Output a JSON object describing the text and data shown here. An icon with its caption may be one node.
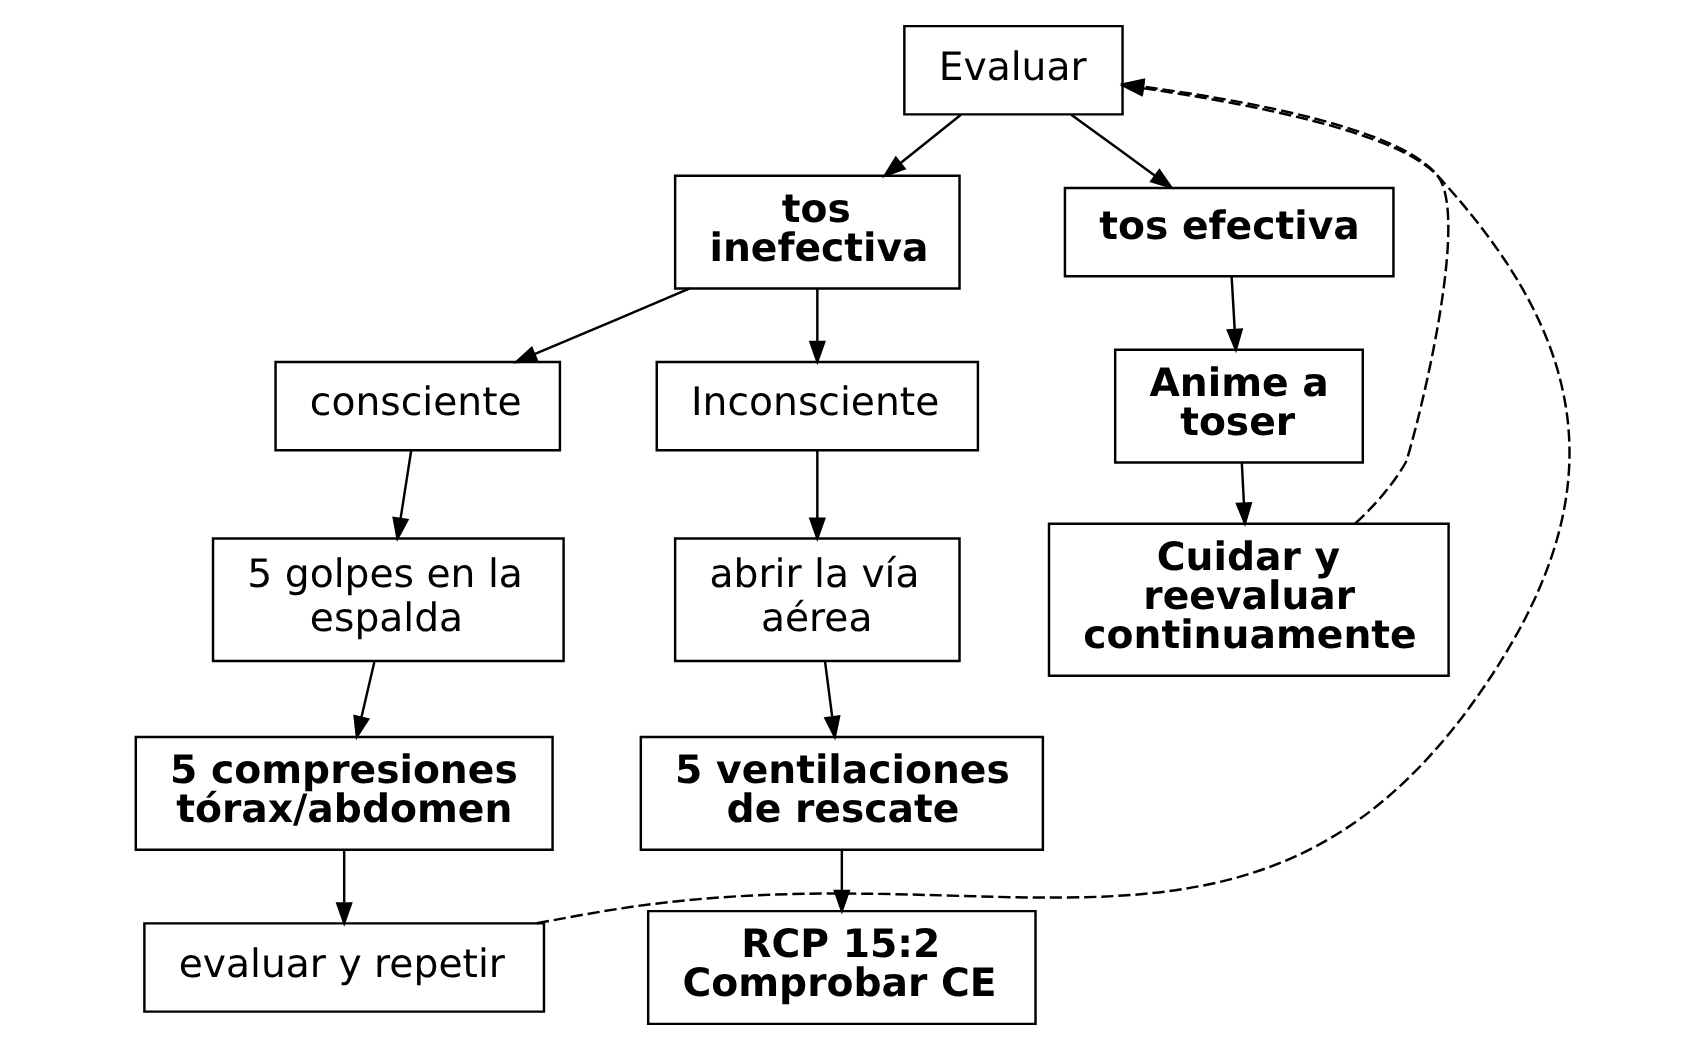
{
  "diagram": {
    "nodes": [
      {
        "text": [
          "Evaluar"
        ]
      },
      {
        "text": [
          "tos inefectiva"
        ]
      },
      {
        "text": [
          "tos efectiva"
        ]
      },
      {
        "text": [
          "consciente"
        ]
      },
      {
        "text": [
          "Inconsciente"
        ]
      },
      {
        "text": [
          "5 golpes en la espalda"
        ]
      },
      {
        "text": [
          "abrir la vía aérea"
        ]
      },
      {
        "text": [
          "5 compresiones tórax/abdomen"
        ]
      },
      {
        "text": [
          "5 ventilaciones de rescate"
        ]
      },
      {
        "text": [
          "evaluar y repetir"
        ]
      },
      {
        "text": [
          "RCP 15:2 Comprobar CE"
        ]
      },
      {
        "text": [
          "Anime a toser"
        ]
      },
      {
        "text": [
          "Cuidar y reevaluar continuamente"
        ]
      }
    ],
    "edges": [
      {
        "from": 0,
        "to": 1,
        "arrow": "to"
      },
      {
        "from": 0,
        "to": 2,
        "arrow": "to"
      },
      {
        "from": 1,
        "to": 3,
        "arrow": "to"
      },
      {
        "from": 1,
        "to": 4,
        "arrow": "to"
      },
      {
        "from": 3,
        "to": 5,
        "arrow": "to"
      },
      {
        "from": 5,
        "to": 7,
        "arrow": "to"
      },
      {
        "from": 7,
        "to": 9,
        "arrow": "to"
      },
      {
        "from": 4,
        "to": 6,
        "arrow": "to"
      },
      {
        "from": 6,
        "to": 8,
        "arrow": "to"
      },
      {
        "from": 8,
        "to": 10,
        "arrow": "to"
      },
      {
        "from": 2,
        "to": 11,
        "arrow": "to"
      },
      {
        "from": 11,
        "to": 12,
        "arrow": "to"
      },
      {
        "from": 9,
        "to": 0,
        "arrow": "to",
        "style": "dashed"
      },
      {
        "from": 12,
        "to": 0,
        "arrow": "to",
        "style": "dashed"
      }
    ]
  }
}
